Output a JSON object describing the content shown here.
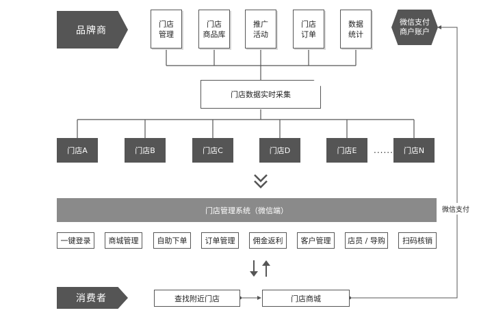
{
  "brand": {
    "label": "品牌商"
  },
  "modules": [
    {
      "line1": "门店",
      "line2": "管理"
    },
    {
      "line1": "门店",
      "line2": "商品库"
    },
    {
      "line1": "推广",
      "line2": "活动"
    },
    {
      "line1": "门店",
      "line2": "订单"
    },
    {
      "line1": "数据",
      "line2": "统计"
    }
  ],
  "wechat_account": {
    "line1": "微信支付",
    "line2": "商户账户"
  },
  "data_collection": {
    "label": "门店数据实时采集"
  },
  "stores": [
    "门店A",
    "门店B",
    "门店C",
    "门店D",
    "门店E",
    "门店N"
  ],
  "stores_ellipsis": "......",
  "system": {
    "label": "门店管理系统（微信端）"
  },
  "functions": [
    "一键登录",
    "商城管理",
    "自助下单",
    "订单管理",
    "佣金返利",
    "客户管理",
    "店员 / 导购",
    "扫码核销"
  ],
  "consumer": {
    "label": "消费者"
  },
  "consumer_flow": {
    "find_store": "查找附近门店",
    "store_mall": "门店商城"
  },
  "payment_label": "微信支付",
  "colors": {
    "dark": "#555555",
    "bar": "#8a8a8a",
    "line": "#555555",
    "background": "#ffffff"
  }
}
